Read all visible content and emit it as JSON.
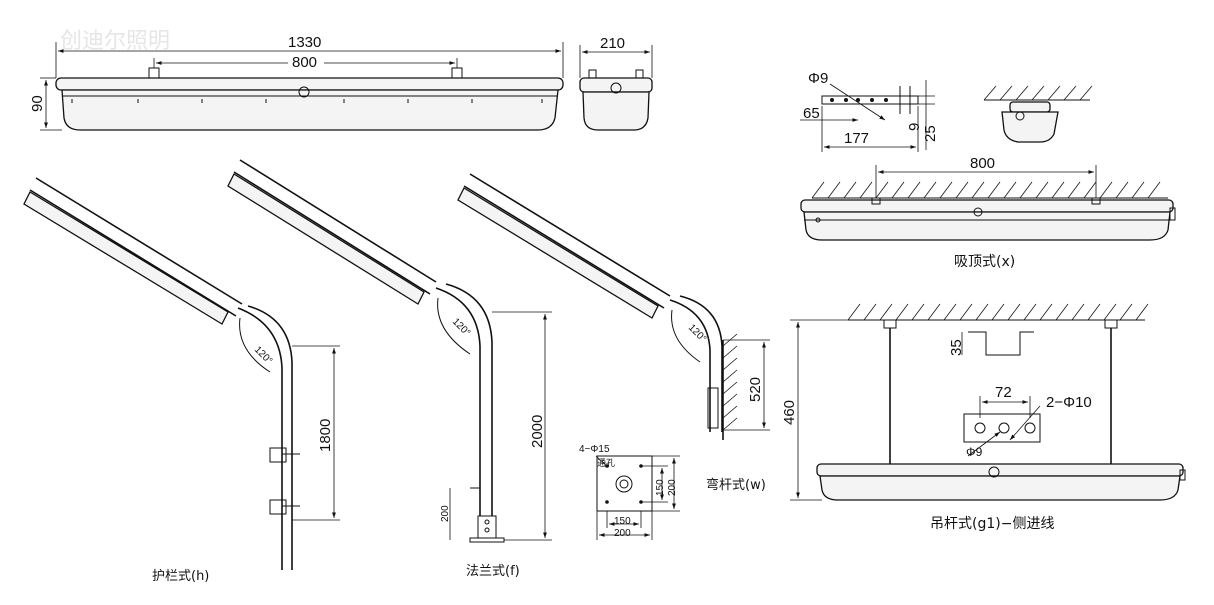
{
  "watermark": "创迪尔照明",
  "top_view": {
    "dim_length": "1330",
    "dim_mount": "800",
    "dim_height": "90",
    "dim_width": "210"
  },
  "ceiling_bracket": {
    "dim_hole": "Φ9",
    "dim_65": "65",
    "dim_177": "177",
    "dim_9": "9",
    "dim_25": "25"
  },
  "ceiling_mount": {
    "dim_800": "800",
    "caption": "吸顶式(x)"
  },
  "pendant_mount": {
    "dim_460": "460",
    "dim_35": "35",
    "dim_72": "72",
    "dim_2phi10": "2−Φ10",
    "dim_phi9": "Φ9",
    "caption": "吊杆式(g1)−侧进线"
  },
  "guardrail_mount": {
    "angle": "120°",
    "dim_1800": "1800",
    "caption": "护栏式(h)"
  },
  "flange_mount": {
    "angle": "120°",
    "dim_2000": "2000",
    "dim_200_small": "200",
    "caption": "法兰式(f)"
  },
  "flange_plate": {
    "hole_spec": "4−Φ15",
    "hole_note": "通孔",
    "dim_150_h": "150",
    "dim_200_h": "200",
    "dim_150_v": "150",
    "dim_200_v": "200"
  },
  "wall_mount": {
    "angle": "120°",
    "dim_520": "520",
    "caption": "弯杆式(w)"
  }
}
